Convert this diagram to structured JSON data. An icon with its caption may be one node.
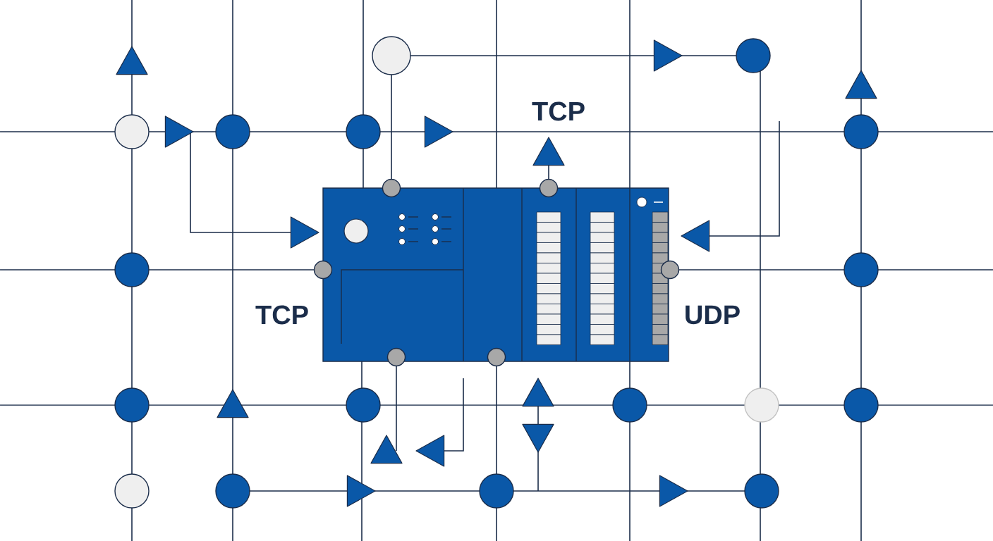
{
  "diagram": {
    "labels": [
      "TCP",
      "TCP",
      "UDP"
    ]
  }
}
